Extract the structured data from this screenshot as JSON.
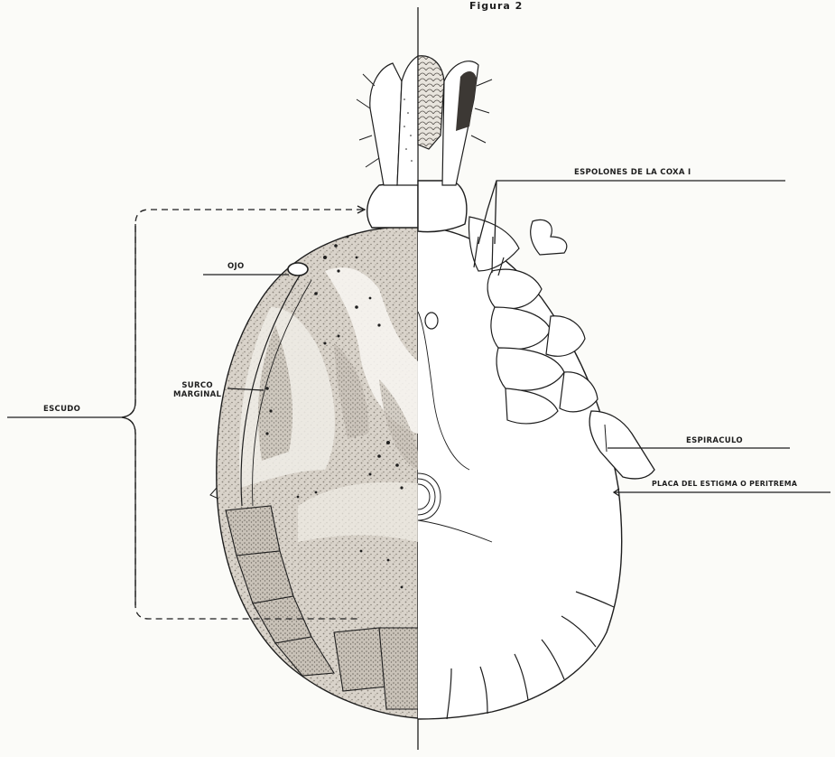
{
  "figure": {
    "title": "Figura 2"
  },
  "labels": {
    "escudo": "ESCUDO",
    "ojo": "OJO",
    "surco_1": "SURCO",
    "surco_2": "MARGINAL",
    "espolones": "ESPOLONES DE LA COXA I",
    "espiraculo": "ESPIRACULO",
    "placa": "PLACA DEL ESTIGMA O PERITREMA"
  },
  "colors": {
    "ink": "#1e1e1e",
    "stipple": "#b9b2a8",
    "paper": "#fbfbf8"
  }
}
